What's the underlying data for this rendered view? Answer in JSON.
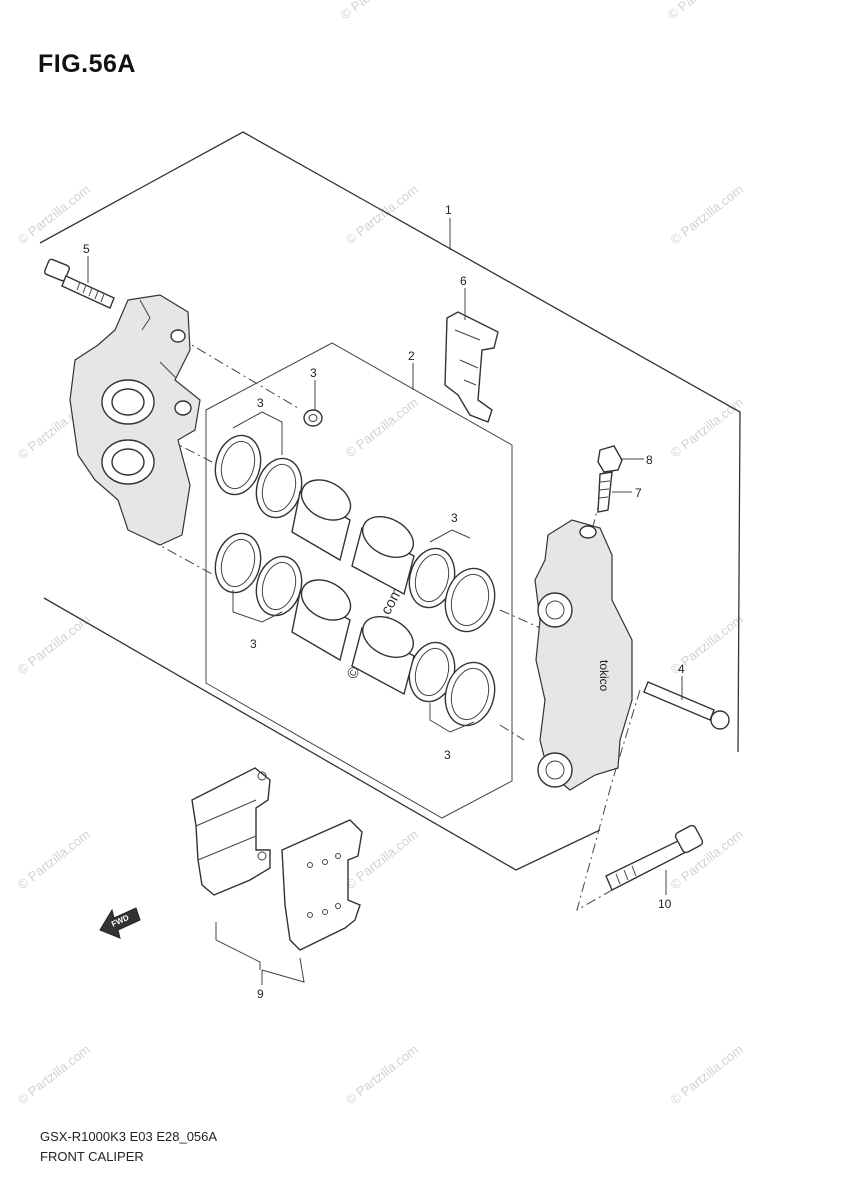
{
  "figure": {
    "title": "FIG.56A",
    "model_code": "GSX-R1000K3 E03 E28_056A",
    "caption": "FRONT CALIPER"
  },
  "watermark": {
    "text": "© Partzilla.com"
  },
  "callouts": [
    "1",
    "2",
    "3",
    "4",
    "5",
    "6",
    "7",
    "8",
    "9",
    "10"
  ],
  "fwd_label": "FWD",
  "caliper_mark": "tokico"
}
